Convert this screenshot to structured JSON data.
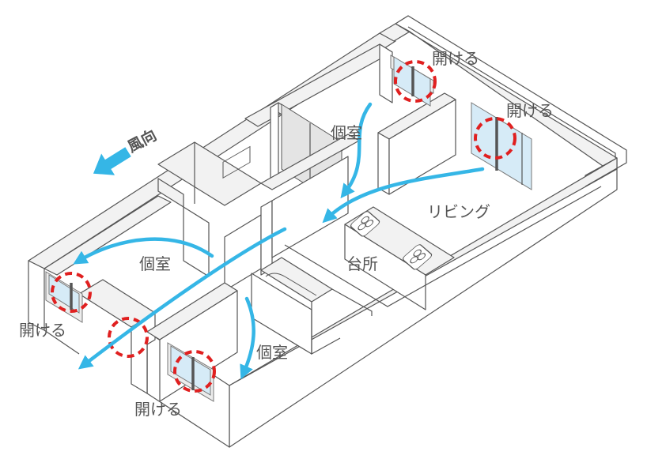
{
  "diagram": {
    "title": "風向",
    "wind_direction_icon": "arrow-down-left-icon",
    "labels": {
      "open_top_1": "開ける",
      "open_top_2": "開ける",
      "open_left": "開ける",
      "open_bottom": "開ける",
      "room_top": "個室",
      "room_left": "個室",
      "room_bottom": "個室",
      "living": "リビング",
      "kitchen": "台所"
    },
    "colors": {
      "airflow": "#35b6e6",
      "open_marker": "#e02020",
      "glass": "#d6ebf7",
      "text": "#555555"
    }
  }
}
